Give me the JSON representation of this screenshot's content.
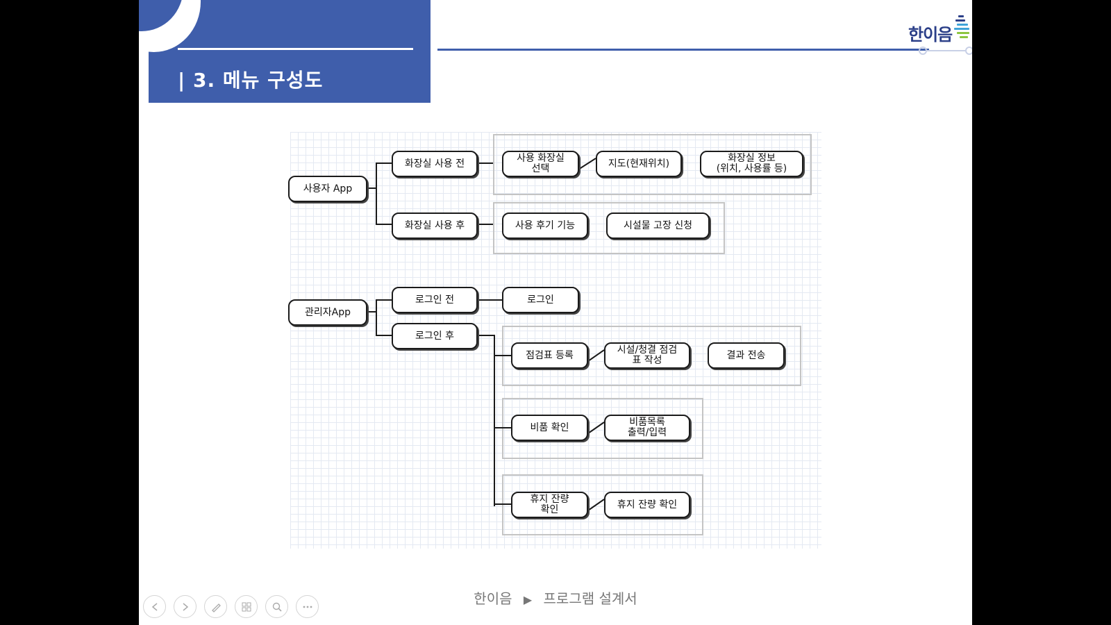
{
  "slide": {
    "title": "| 3. 메뉴 구성도",
    "logo_text": "한이음",
    "footer_brand": "한이음",
    "footer_separator": "▶",
    "footer_doc": "프로그램 설계서"
  },
  "diagram": {
    "user_app": "사용자 App",
    "user_before": "화장실 사용 전",
    "user_after": "화장실 사용 후",
    "select_toilet": "사용 화장실\n선택",
    "map_location": "지도(현재위치)",
    "toilet_info": "화장실 정보\n(위치, 사용률 등)",
    "review": "사용 후기 기능",
    "repair_request": "시설물 고장 신청",
    "admin_app": "관리자App",
    "before_login": "로그인 전",
    "after_login": "로그인 후",
    "login": "로그인",
    "checklist_register": "점검표 등록",
    "checklist_write": "시설/청결 점검\n표 작성",
    "send_result": "결과 전송",
    "supplies_check": "비품 확인",
    "supplies_list": "비품목록\n출력/입력",
    "tissue_check": "휴지 잔량\n확인",
    "tissue_check2": "휴지 잔량 확인"
  },
  "toolbar": {
    "buttons": [
      "previous-icon",
      "next-icon",
      "pen-icon",
      "slides-icon",
      "zoom-icon",
      "more-icon"
    ]
  }
}
